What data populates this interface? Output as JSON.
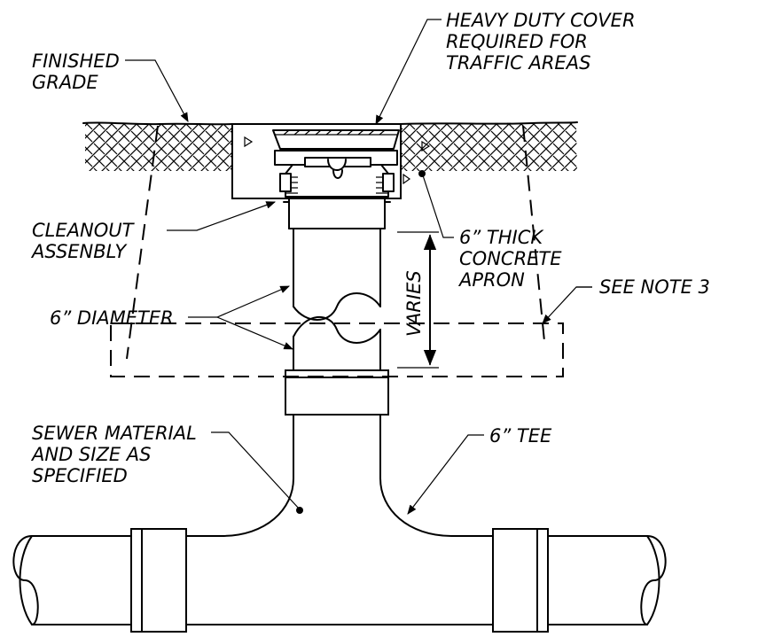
{
  "labels": {
    "cover": [
      "HEAVY DUTY COVER",
      "REQUIRED FOR",
      "TRAFFIC AREAS"
    ],
    "grade": [
      "FINISHED",
      "GRADE"
    ],
    "cleanout": [
      "CLEANOUT",
      "ASSENBLY"
    ],
    "apron": [
      "6” THICK",
      "CONCRETE",
      "APRON"
    ],
    "note": "SEE NOTE 3",
    "diameter": "6” DIAMETER",
    "varies": "VARIES",
    "sewer": [
      "SEWER MATERIAL",
      "AND SIZE AS",
      "SPECIFIED"
    ],
    "tee": "6” TEE"
  }
}
